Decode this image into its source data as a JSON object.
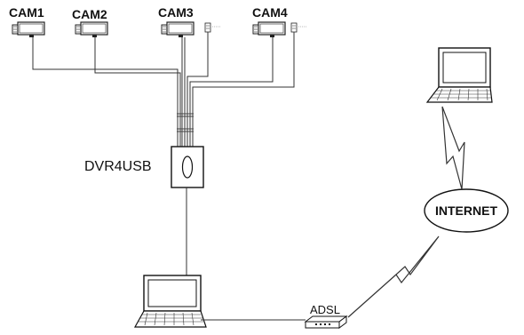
{
  "cameras": [
    {
      "label": "CAM1"
    },
    {
      "label": "CAM2"
    },
    {
      "label": "CAM3"
    },
    {
      "label": "CAM4"
    }
  ],
  "dvr": {
    "label": "DVR4USB"
  },
  "internet": {
    "label": "INTERNET"
  },
  "modem": {
    "label": "ADSL"
  },
  "icons": {
    "camera": "camera-icon",
    "laptop": "laptop-icon",
    "modem": "adsl-modem-icon",
    "dvr": "dvr-unit-icon",
    "cloud": "internet-cloud-icon",
    "link": "lightning-link-icon"
  }
}
